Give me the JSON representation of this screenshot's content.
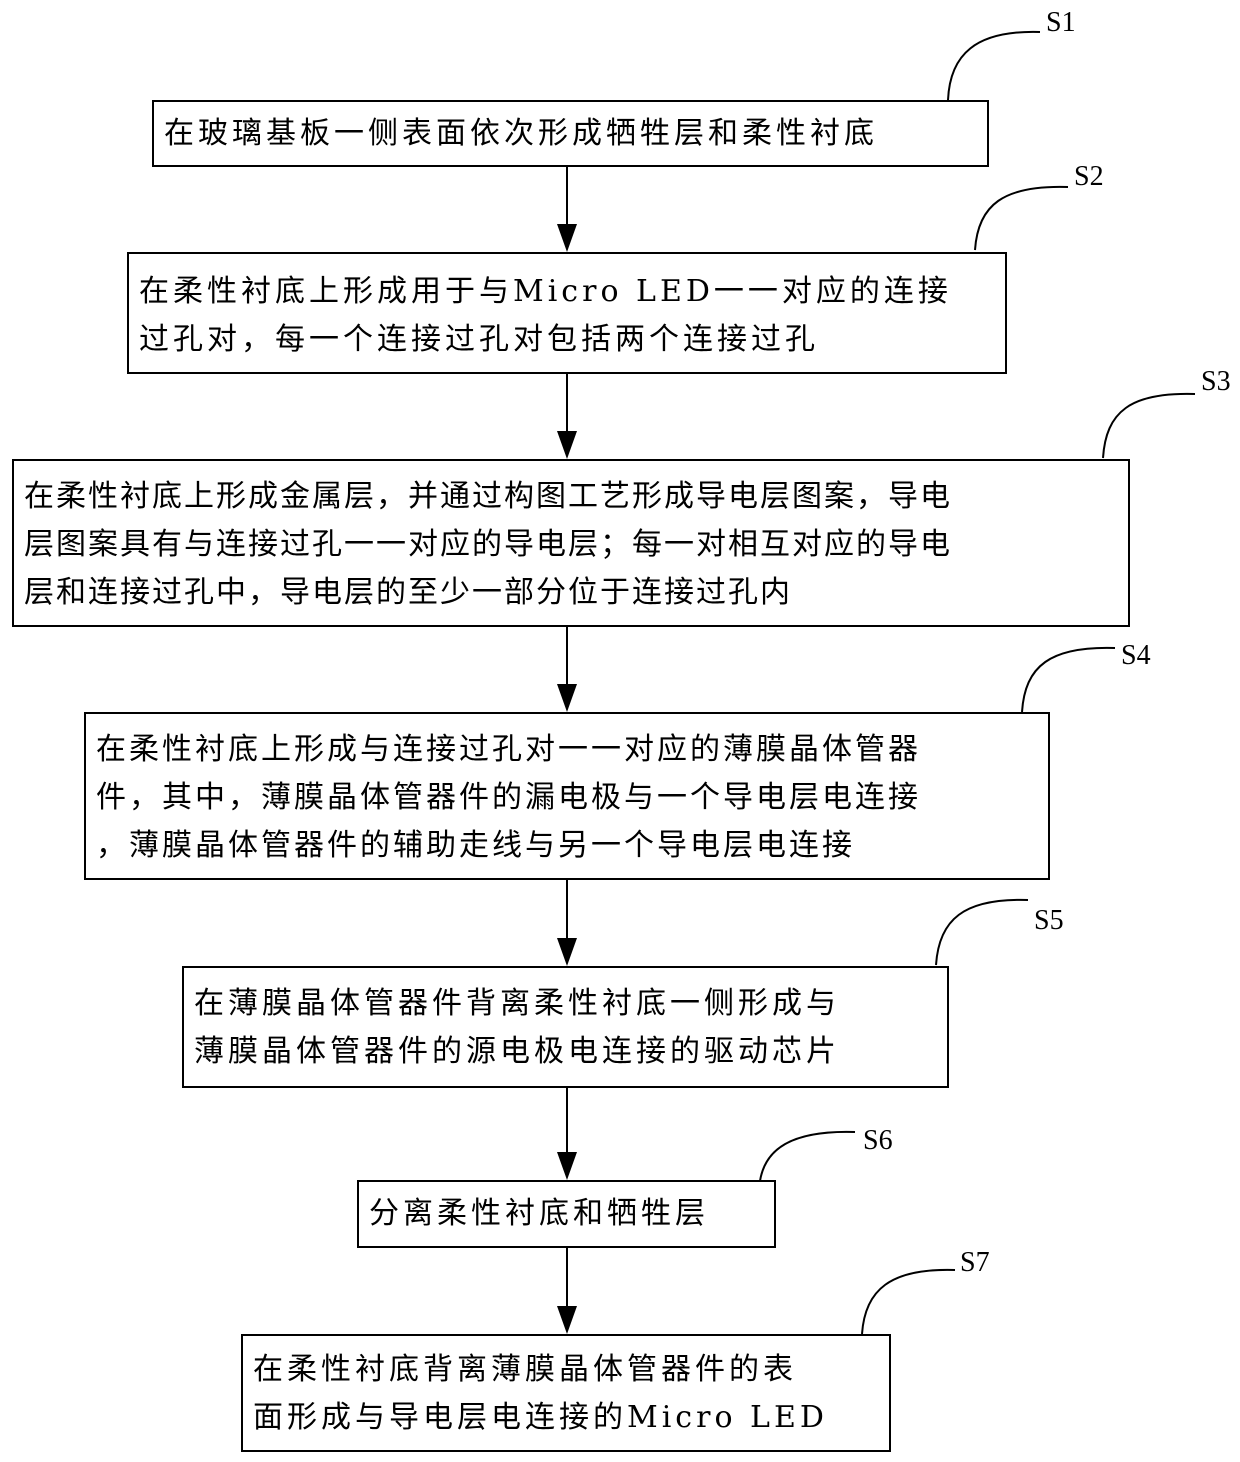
{
  "steps": [
    {
      "id": "S1",
      "lines": [
        "在玻璃基板一侧表面依次形成牺牲层和柔性衬底"
      ]
    },
    {
      "id": "S2",
      "lines": [
        "在柔性衬底上形成用于与Micro LED一一对应的连接",
        "过孔对，每一个连接过孔对包括两个连接过孔"
      ]
    },
    {
      "id": "S3",
      "lines": [
        "在柔性衬底上形成金属层，并通过构图工艺形成导电层图案，导电",
        "层图案具有与连接过孔一一对应的导电层；每一对相互对应的导电",
        "层和连接过孔中，导电层的至少一部分位于连接过孔内"
      ]
    },
    {
      "id": "S4",
      "lines": [
        "在柔性衬底上形成与连接过孔对一一对应的薄膜晶体管器",
        "件，其中，薄膜晶体管器件的漏电极与一个导电层电连接",
        "，薄膜晶体管器件的辅助走线与另一个导电层电连接"
      ]
    },
    {
      "id": "S5",
      "lines": [
        "在薄膜晶体管器件背离柔性衬底一侧形成与",
        "薄膜晶体管器件的源电极电连接的驱动芯片"
      ]
    },
    {
      "id": "S6",
      "lines": [
        "分离柔性衬底和牺牲层"
      ]
    },
    {
      "id": "S7",
      "lines": [
        "在柔性衬底背离薄膜晶体管器件的表",
        "面形成与导电层电连接的Micro LED"
      ]
    }
  ]
}
